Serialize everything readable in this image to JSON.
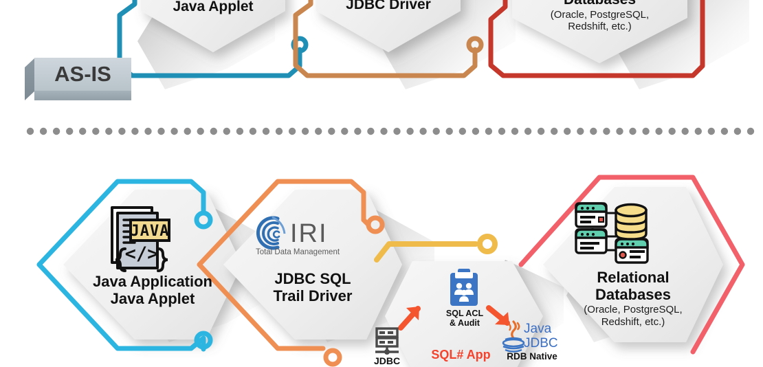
{
  "diagram": {
    "title_badge": {
      "label": "AS-IS"
    },
    "top_row": {
      "nodes": [
        {
          "id": "java-applet",
          "label": "Java Applet",
          "outline_color": "#29abdb"
        },
        {
          "id": "jdbc-driver",
          "label": "JDBC Driver",
          "outline_color": "#d4804f"
        },
        {
          "id": "databases",
          "label": "Databases",
          "sublabel": "(Oracle, PostgreSQL,\nRedshift, etc.)",
          "outline_color": "#d93a22"
        }
      ],
      "connectors": [
        {
          "id": "connector-blue-top",
          "color": "#1f8fb5"
        },
        {
          "id": "connector-orange-top",
          "color": "#c9864f"
        },
        {
          "id": "connector-red-top",
          "color": "#c4372a"
        }
      ]
    },
    "divider": {
      "id": "dotted-divider",
      "color": "#8d8d8d",
      "dot_count": 56
    },
    "bottom_row": {
      "nodes": [
        {
          "id": "java-application",
          "line1": "Java Application",
          "line2": "Java Applet",
          "outline_color": "#2bb5e0",
          "icon": "java-file-icon"
        },
        {
          "id": "jdbc-sql-trail-driver",
          "logo_title": "IRI",
          "logo_tagline": "Total Data Management",
          "line1": "JDBC SQL",
          "line2": "Trail Driver",
          "outline_color": "#ef8f54",
          "icon": "iri-logo-icon"
        },
        {
          "id": "sql-app",
          "icon": "sql-acl-audit-icon",
          "acl_line1": "SQL ACL",
          "acl_line2": "& Audit",
          "app_label": "SQL# App",
          "jdbc_label_line1": "Java",
          "jdbc_label_line2": "JDBC",
          "jdbc_sub": "RDB Native",
          "server_label": "JDBC",
          "outline_color": "#f2b73d"
        },
        {
          "id": "relational-databases",
          "line1": "Relational",
          "line2": "Databases",
          "sublabel": "(Oracle, PostgreSQL,\nRedshift, etc.)",
          "outline_color": "#f2606a",
          "icon": "relational-db-icon"
        }
      ],
      "connectors": [
        {
          "id": "connector-blue-bottom",
          "color": "#2bb5e0"
        },
        {
          "id": "connector-orange-bottom",
          "color": "#ef8f54"
        },
        {
          "id": "connector-yellow-bottom",
          "color": "#efbb4a"
        },
        {
          "id": "connector-red-bottom",
          "color": "#f2606a"
        }
      ],
      "arrows": [
        {
          "id": "arrow-into-sql-app",
          "color": "#f4552e",
          "direction": "up-right"
        },
        {
          "id": "arrow-out-of-sql-app",
          "color": "#f4552e",
          "direction": "down-right"
        }
      ]
    },
    "palette": {
      "hex_fill_light": "#f2f2f2",
      "hex_fill_dark": "#e6e6e6",
      "page_background": "#ffffff",
      "text_primary": "#111111",
      "badge_face": "#c6cfd6",
      "badge_side": "#8e9aa3"
    }
  }
}
